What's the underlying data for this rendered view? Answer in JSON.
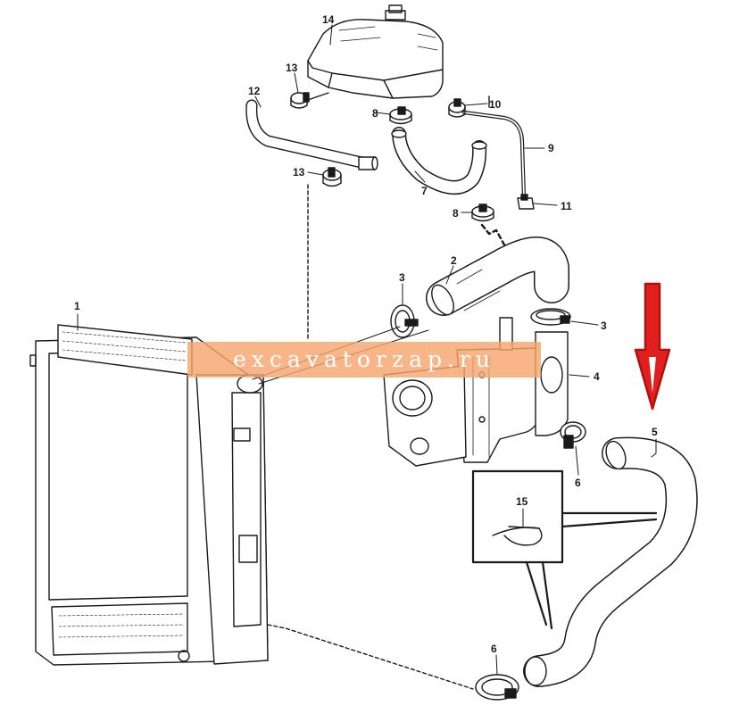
{
  "labels": {
    "p1": "1",
    "p2": "2",
    "p3a": "3",
    "p3b": "3",
    "p4": "4",
    "p5": "5",
    "p6a": "6",
    "p6b": "6",
    "p7": "7",
    "p8a": "8",
    "p8b": "8",
    "p9": "9",
    "p10": "10",
    "p11": "11",
    "p12": "12",
    "p13a": "13",
    "p13b": "13",
    "p14": "14",
    "p15": "15"
  },
  "watermark": "excavatorzap.ru",
  "colors": {
    "line": "#1a1a1a",
    "arrow": "#e0201e",
    "watermark_band": "#f5a56e"
  }
}
